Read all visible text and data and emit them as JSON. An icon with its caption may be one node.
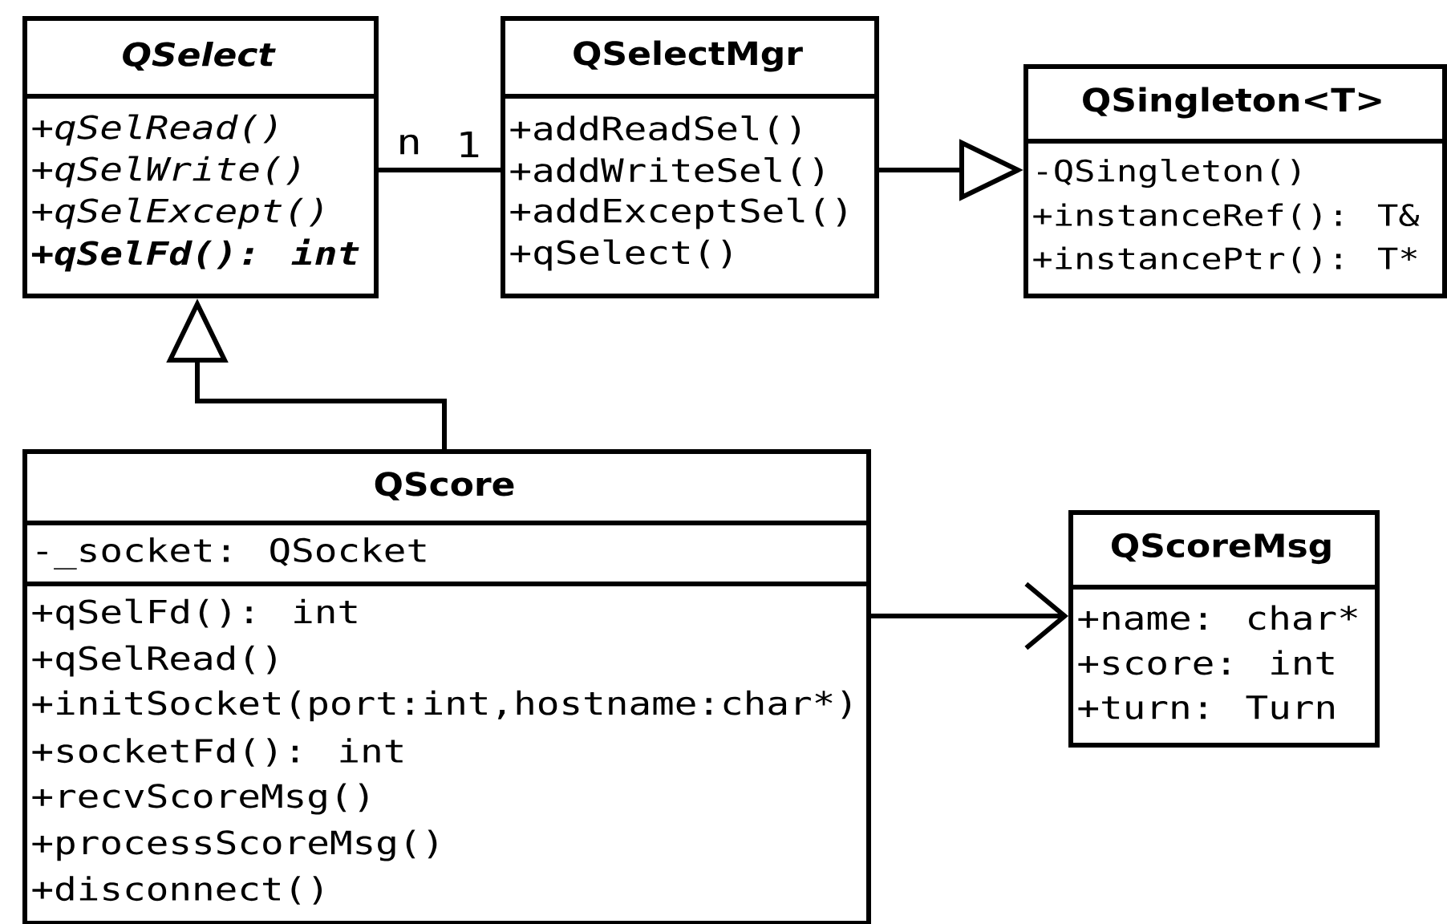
{
  "diagram": {
    "nodes": [
      {
        "text": [
          "QSelect",
          "+qSelRead()",
          "+qSelWrite()",
          "+qSelExcept()",
          "+qSelFd(): int"
        ]
      },
      {
        "text": [
          "QSelectMgr",
          "+addReadSel()",
          "+addWriteSel()",
          "+addExceptSel()",
          "+qSelect()"
        ]
      },
      {
        "text": [
          "QSingleton<T>",
          "-QSingleton()",
          "+instanceRef(): T&",
          "+instancePtr(): T*"
        ]
      },
      {
        "text": [
          "QScore",
          "-_socket: QSocket",
          "+qSelFd(): int",
          "+qSelRead()",
          "+initSocket(port:int,hostname:char*)",
          "+socketFd(): int",
          "+recvScoreMsg()",
          "+processScoreMsg()",
          "+disconnect()"
        ]
      },
      {
        "text": [
          "QScoreMsg",
          "+name: char*",
          "+score: int",
          "+turn: Turn"
        ]
      }
    ],
    "edges": [
      {
        "from": 0,
        "to": 1,
        "arrow": "none"
      },
      {
        "from": 1,
        "to": 2,
        "arrow": "to"
      },
      {
        "from": 3,
        "to": 0,
        "arrow": "to"
      },
      {
        "from": 3,
        "to": 4,
        "arrow": "to"
      }
    ],
    "labels": [
      "n",
      "1"
    ]
  }
}
